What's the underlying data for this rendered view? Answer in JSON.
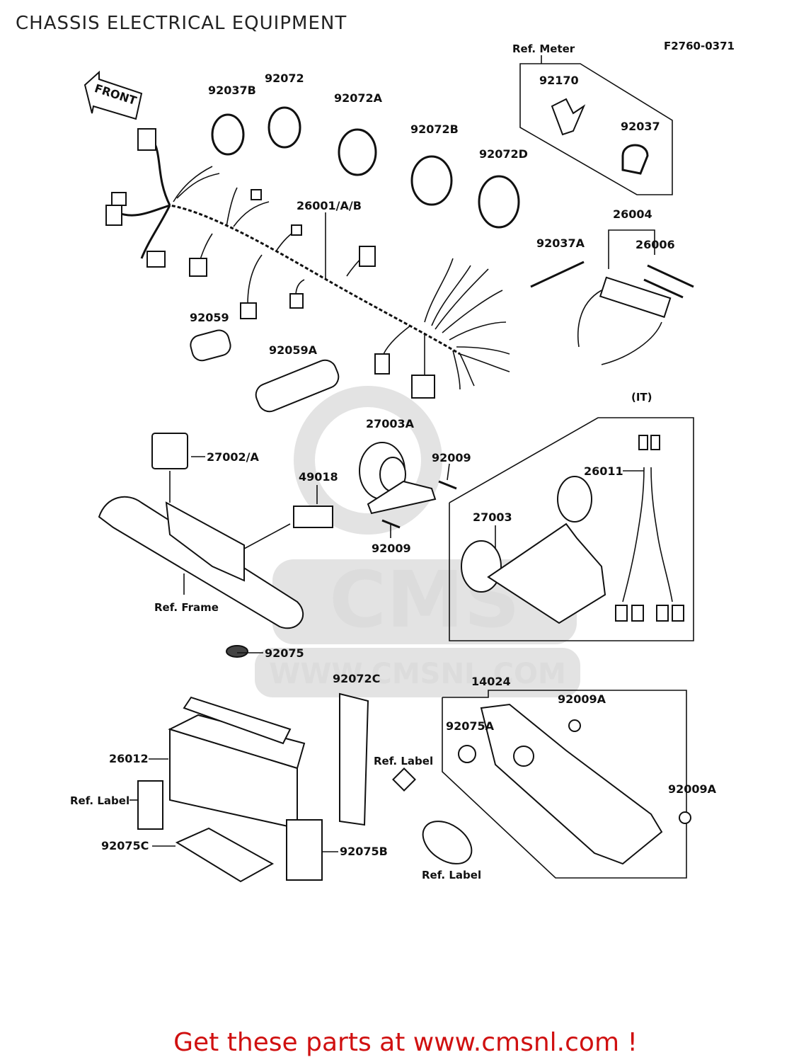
{
  "title": "CHASSIS ELECTRICAL EQUIPMENT",
  "figure_code": "F2760-0371",
  "footer": "Get these parts at www.cmsnl.com !",
  "watermark": {
    "brand": "CMS",
    "url": "WWW.CMSNL.COM"
  },
  "front_arrow": "FRONT",
  "colors": {
    "footer": "#d01010",
    "ink": "#111111",
    "watermark": "#e3e3e3"
  },
  "parts": {
    "p92037B": "92037B",
    "p92072": "92072",
    "p92072A": "92072A",
    "p92072B": "92072B",
    "p92072D": "92072D",
    "p26001": "26001/A/B",
    "p92170": "92170",
    "p92037": "92037",
    "p26004": "26004",
    "p26006": "26006",
    "p92037A": "92037A",
    "p92059": "92059",
    "p92059A": "92059A",
    "p27003A": "27003A",
    "p92009a": "92009",
    "p92009b": "92009",
    "p27002": "27002/A",
    "p49018": "49018",
    "p26011": "26011",
    "p27003": "27003",
    "p92075": "92075",
    "p92072C": "92072C",
    "p14024": "14024",
    "p92009Aa": "92009A",
    "p92009Ab": "92009A",
    "p92075A": "92075A",
    "p26012": "26012",
    "p92075C": "92075C",
    "p92075B": "92075B"
  },
  "refs": {
    "meter": "Ref. Meter",
    "frame": "Ref. Frame",
    "label_battery": "Ref. Label",
    "label_strap": "Ref. Label",
    "label_bottom": "Ref. Label",
    "it": "(IT)"
  }
}
